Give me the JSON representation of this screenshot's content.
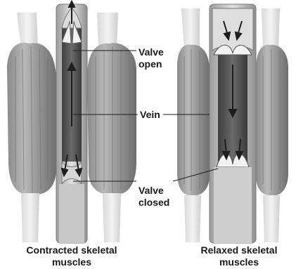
{
  "labels": {
    "valve_open_line1": "Valve",
    "valve_open_line2": "open",
    "vein": "Vein",
    "valve_closed_line1": "Valve",
    "valve_closed_line2": "closed"
  },
  "captions": {
    "left_line1": "Contracted skeletal",
    "left_line2": "muscles",
    "right_line1": "Relaxed skeletal",
    "right_line2": "muscles"
  }
}
